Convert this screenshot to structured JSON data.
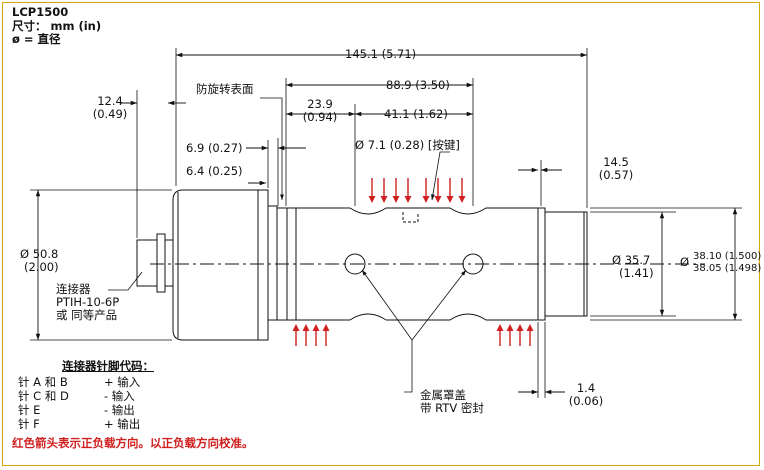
{
  "header": {
    "model": "LCP1500",
    "units": "尺寸： mm (in)",
    "dia_note": "ø = 直径"
  },
  "dims": {
    "overall_mm": "145.1 (5.71)",
    "center_mm": "88.9 (3.50)",
    "left_a1": "12.4",
    "left_a2": "(0.49)",
    "anti_rot": "防旋转表面",
    "d239_a": "23.9",
    "d239_b": "(0.94)",
    "d411": "41.1 (1.62)",
    "d69": "6.9 (0.27)",
    "d64": "6.4 (0.25)",
    "key": "Ø 7.1 (0.28) [按键]",
    "d145_a": "14.5",
    "d145_b": "(0.57)",
    "dia508_a": "Ø 50.8",
    "dia508_b": "(2.00)",
    "dia357_a": "Ø 35.7",
    "dia357_b": "(1.41)",
    "dia_shaft_prefix": "Ø",
    "dia_shaft_a": "38.10 (1.500)",
    "dia_shaft_b": "38.05 (1.498)",
    "d14_a": "1.4",
    "d14_b": "(0.06)"
  },
  "connector": {
    "line1": "连接器",
    "line2": "PTIH-10-6P",
    "line3": "或 同等产品"
  },
  "cap": {
    "line1": "金属罩盖",
    "line2": "带 RTV 密封"
  },
  "pins": {
    "title": "连接器针脚代码：",
    "rows": [
      {
        "pin": "针 A 和 B",
        "sig": "+ 输入"
      },
      {
        "pin": "针 C 和 D",
        "sig": "- 输入"
      },
      {
        "pin": "针 E",
        "sig": "- 输出"
      },
      {
        "pin": "针 F",
        "sig": "+ 输出"
      }
    ]
  },
  "note": "红色箭头表示正负载方向。以正负载方向校准。",
  "colors": {
    "frame": "#d6a800",
    "arrow": "#d02020",
    "line": "#111111"
  }
}
